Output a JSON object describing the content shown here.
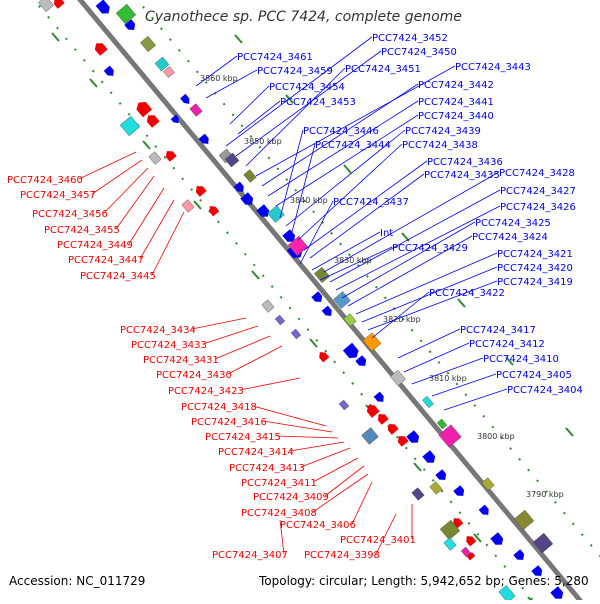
{
  "title": "Cyanothece sp. PCC 7424, complete genome",
  "accession": "Accession: NC_011729",
  "topology": "Topology: circular; Length: 5,942,652 bp; Genes: 5,280",
  "colors": {
    "backbone": "#777777",
    "forward_genes": "#0000ee",
    "reverse_genes": "#ee0000",
    "tick_dots": "#2e8b2e",
    "cds_blue": "#0000ee",
    "cds_red": "#ee0000"
  },
  "kbp_marks": [
    "3860 kbp",
    "3850 kbp",
    "3840 kbp",
    "3830 kbp",
    "3820 kbp",
    "3810 kbp",
    "3800 kbp",
    "3790 kbp"
  ],
  "blue_labels": [
    "PCC7424_3461",
    "PCC7424_3459",
    "PCC7424_3454",
    "PCC7424_3453",
    "PCC7424_3452",
    "PCC7424_3450",
    "PCC7424_3451",
    "PCC7424_3443",
    "PCC7424_3442",
    "PCC7424_3441",
    "PCC7424_3440",
    "PCC7424_3446",
    "PCC7424_3439",
    "PCC7424_3444",
    "PCC7424_3438",
    "PCC7424_3436",
    "PCC7424_3435",
    "PCC7424_3437",
    "PCC7424_3428",
    "PCC7424_3427",
    "PCC7424_3426",
    "PCC7424_3425",
    "Int",
    "PCC7424_3424",
    "PCC7424_3429",
    "PCC7424_3421",
    "PCC7424_3420",
    "PCC7424_3419",
    "PCC7424_3422",
    "PCC7424_3417",
    "PCC7424_3412",
    "PCC7424_3410",
    "PCC7424_3405",
    "PCC7424_3404"
  ],
  "red_labels": [
    "PCC7424_3460",
    "PCC7424_3457",
    "PCC7424_3456",
    "PCC7424_3455",
    "PCC7424_3449",
    "PCC7424_3447",
    "PCC7424_3445",
    "PCC7424_3434",
    "PCC7424_3433",
    "PCC7424_3431",
    "PCC7424_3430",
    "PCC7424_3423",
    "PCC7424_3418",
    "PCC7424_3416",
    "PCC7424_3415",
    "PCC7424_3414",
    "PCC7424_3413",
    "PCC7424_3411",
    "PCC7424_3409",
    "PCC7424_3408",
    "PCC7424_3406",
    "PCC7424_3401",
    "PCC7424_3407",
    "PCC7424_3398"
  ]
}
